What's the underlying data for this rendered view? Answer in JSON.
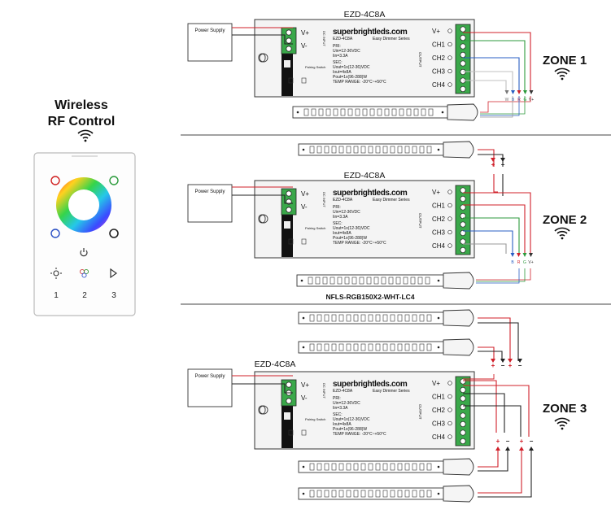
{
  "remote": {
    "title_line1": "Wireless",
    "title_line2": "RF Control",
    "btn_scene1": "1",
    "btn_scene2": "2",
    "btn_scene3": "3"
  },
  "controller": {
    "model": "EZD-4C8A",
    "brand": "superbrightleds.com",
    "series": "Easy Dimmer Series",
    "model_small": "EZD-4C8A",
    "pri_label": "PRI:",
    "pri_voltage": "Uin=12-36VDC",
    "pri_current": "Iin=3.3A",
    "sec_label": "SEC:",
    "sec_voltage": "Uout=1x(12-36)VDC",
    "sec_current": "Iout=4x8A",
    "sec_power": "Pout=1x(96-288)W",
    "temp_range": "TEMP RANGE: -20°C~+50°C",
    "pairing_label": "Pairing Switch",
    "dc_input": "DC INPUT",
    "output_label": "OUTPUT",
    "term_vplus": "V+",
    "term_vminus": "V-",
    "ch1": "CH1",
    "ch2": "CH2",
    "ch3": "CH3",
    "ch4": "CH4",
    "out_vplus": "V+"
  },
  "power_supply": {
    "label": "Power Supply"
  },
  "wire_letters": {
    "w": "W",
    "b": "B",
    "r": "R",
    "g": "G",
    "vplus": "V+"
  },
  "polarity": {
    "plus": "+",
    "minus": "−"
  },
  "strip_label": "NFLS-RGB150X2-WHT-LC4",
  "zones": [
    {
      "label": "ZONE 1"
    },
    {
      "label": "ZONE 2"
    },
    {
      "label": "ZONE 3"
    }
  ],
  "colors": {
    "red_wire": "#d0202a",
    "green_wire": "#2e9a3c",
    "blue_wire": "#2a5fc4",
    "white_wire": "#c0c0c0",
    "black_wire": "#222222",
    "terminal_green": "#3aa84a",
    "controller_fill": "#f4f4f4",
    "divider": "#444444"
  }
}
